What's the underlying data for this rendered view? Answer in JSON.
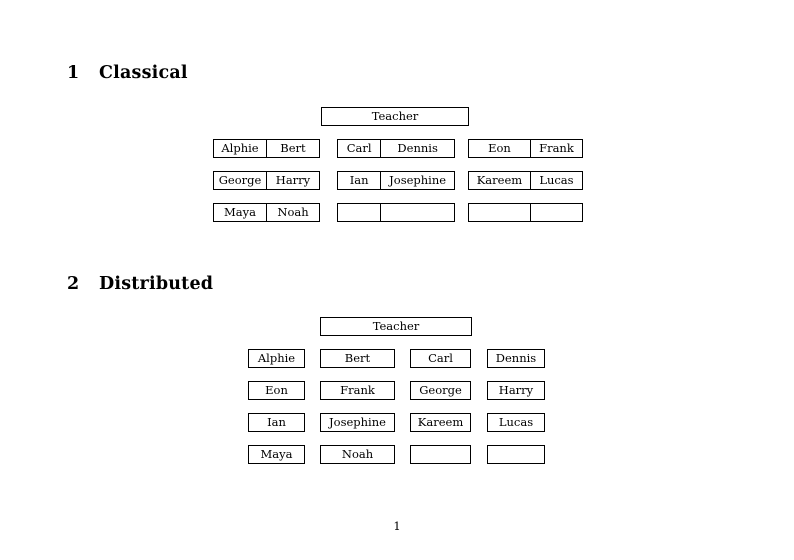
{
  "document": {
    "page_number": "1",
    "background_color": "#ffffff",
    "text_color": "#000000",
    "border_color": "#000000"
  },
  "sections": [
    {
      "number": "1",
      "title": "Classical",
      "teacher_label": "Teacher",
      "groups": [
        {
          "rows": [
            [
              "Alphie",
              "Bert"
            ],
            [
              "George",
              "Harry"
            ],
            [
              "Maya",
              "Noah"
            ]
          ]
        },
        {
          "rows": [
            [
              "Carl",
              "Dennis"
            ],
            [
              "Ian",
              "Josephine"
            ],
            [
              "",
              ""
            ]
          ]
        },
        {
          "rows": [
            [
              "Eon",
              "Frank"
            ],
            [
              "Kareem",
              "Lucas"
            ],
            [
              "",
              ""
            ]
          ]
        }
      ]
    },
    {
      "number": "2",
      "title": "Distributed",
      "teacher_label": "Teacher",
      "rows": [
        [
          "Alphie",
          "Bert",
          "Carl",
          "Dennis"
        ],
        [
          "Eon",
          "Frank",
          "George",
          "Harry"
        ],
        [
          "Ian",
          "Josephine",
          "Kareem",
          "Lucas"
        ],
        [
          "Maya",
          "Noah",
          "",
          ""
        ]
      ]
    }
  ]
}
